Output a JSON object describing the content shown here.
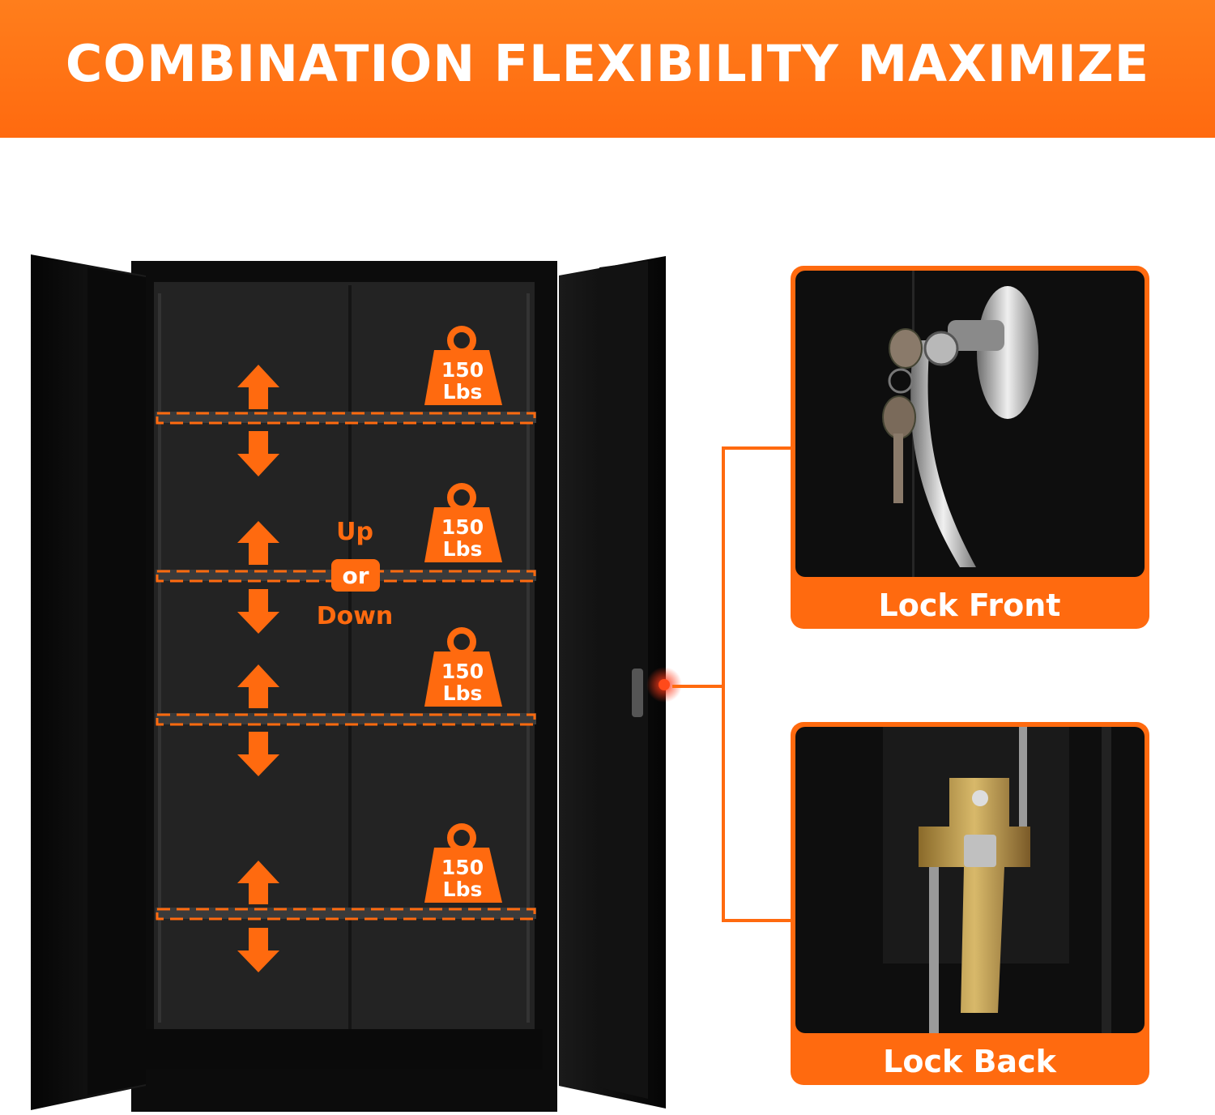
{
  "banner": {
    "title": "COMBINATION FLEXIBILITY MAXIMIZE"
  },
  "shelves": [
    {
      "capacity_value": "150",
      "capacity_unit": "Lbs"
    },
    {
      "capacity_value": "150",
      "capacity_unit": "Lbs"
    },
    {
      "capacity_value": "150",
      "capacity_unit": "Lbs"
    },
    {
      "capacity_value": "150",
      "capacity_unit": "Lbs"
    }
  ],
  "adjust": {
    "up": "Up",
    "or": "or",
    "down": "Down"
  },
  "panels": {
    "front_label": "Lock Front",
    "back_label": "Lock Back"
  },
  "colors": {
    "accent": "#ff6a0f",
    "cabinet": "#111111"
  },
  "icons": [
    "weight-icon",
    "double-arrow-icon",
    "key-icon",
    "handle-icon",
    "latch-icon"
  ]
}
